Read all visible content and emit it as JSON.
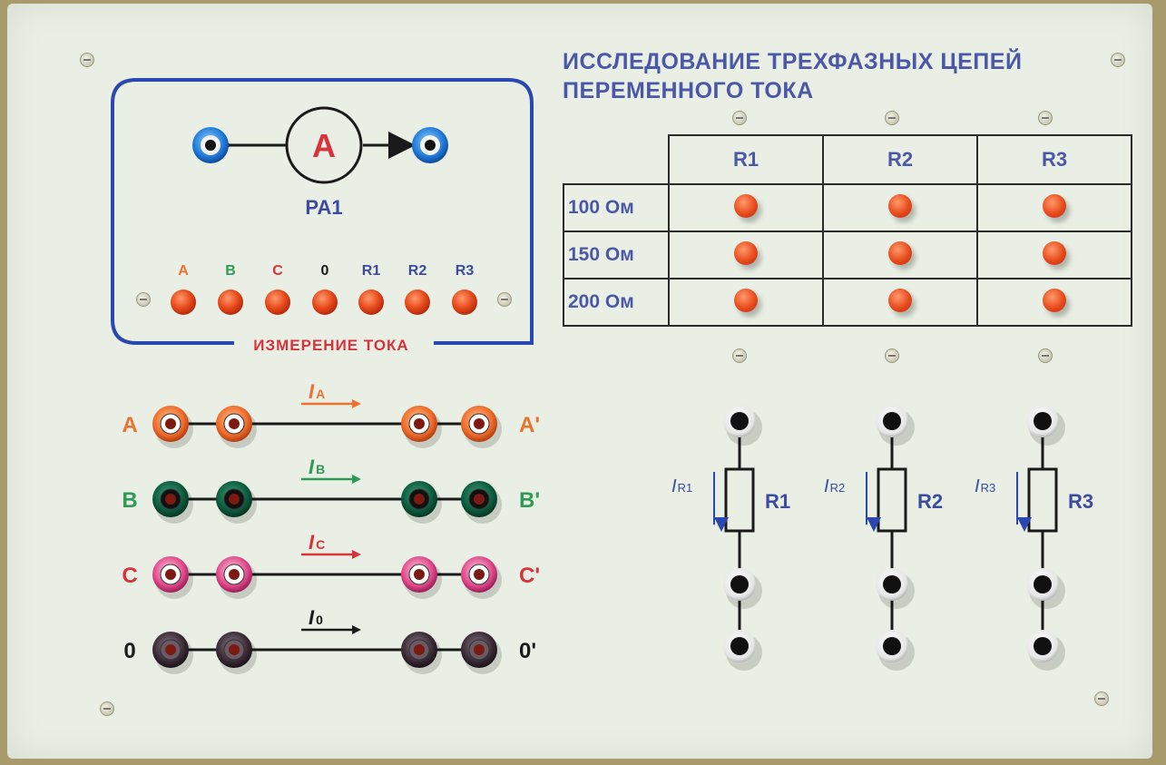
{
  "panel": {
    "title_line1": "ИССЛЕДОВАНИЕ ТРЕХФАЗНЫХ ЦЕПЕЙ",
    "title_line2": "ПЕРЕМЕННОГО ТОКА"
  },
  "ammeter": {
    "symbol": "A",
    "name": "PA1",
    "switch_labels": [
      "A",
      "B",
      "C",
      "0",
      "R1",
      "R2",
      "R3"
    ],
    "caption": "ИЗМЕРЕНИЕ ТОКА"
  },
  "phases": [
    {
      "left": "A",
      "right": "A'",
      "current_main": "I",
      "current_sub": "A",
      "color": "#e9742f"
    },
    {
      "left": "B",
      "right": "B'",
      "current_main": "I",
      "current_sub": "B",
      "color": "#2f9a55"
    },
    {
      "left": "C",
      "right": "C'",
      "current_main": "I",
      "current_sub": "C",
      "color": "#d8323b"
    },
    {
      "left": "0",
      "right": "0'",
      "current_main": "I",
      "current_sub": "0",
      "color": "#1a1a1a"
    }
  ],
  "load_table": {
    "columns": [
      "R1",
      "R2",
      "R3"
    ],
    "rows": [
      "100 Ом",
      "150 Ом",
      "200 Ом"
    ]
  },
  "resistors": [
    {
      "name": "R1",
      "current_main": "I",
      "current_sub": "R1"
    },
    {
      "name": "R2",
      "current_main": "I",
      "current_sub": "R2"
    },
    {
      "name": "R3",
      "current_main": "I",
      "current_sub": "R3"
    }
  ],
  "colors": {
    "panel": "#e9efe4",
    "blue_text": "#4b58a8",
    "red_text": "#d8323b",
    "button_red": "#e84a1c",
    "frame_blue": "#2a48b0"
  }
}
